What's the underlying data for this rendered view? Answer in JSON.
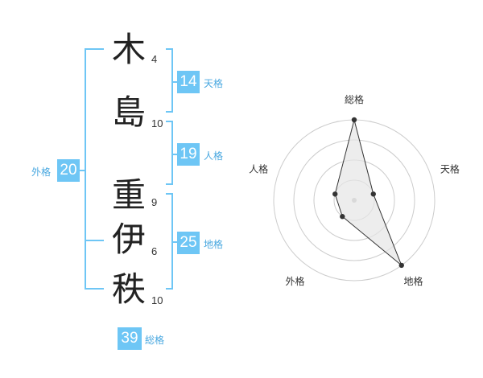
{
  "name": {
    "chars": [
      {
        "char": "木",
        "strokes": "4"
      },
      {
        "char": "島",
        "strokes": "10"
      },
      {
        "char": "重",
        "strokes": "9"
      },
      {
        "char": "伊",
        "strokes": "6"
      },
      {
        "char": "秩",
        "strokes": "10"
      }
    ]
  },
  "kaku": {
    "ten": {
      "value": "14",
      "label": "天格"
    },
    "jin": {
      "value": "19",
      "label": "人格"
    },
    "chi": {
      "value": "25",
      "label": "地格"
    },
    "gai": {
      "value": "20",
      "label": "外格"
    },
    "sou": {
      "value": "39",
      "label": "総格"
    }
  },
  "chart_data": {
    "type": "radar",
    "axes": [
      "総格",
      "天格",
      "地格",
      "外格",
      "人格"
    ],
    "values": [
      4,
      1,
      4,
      1,
      1
    ],
    "rlim": [
      0,
      4
    ],
    "grid": true,
    "colors": {
      "fill": "#e6e6e6",
      "stroke": "#333333",
      "grid": "#cccccc",
      "center": "#bbbbbb"
    }
  },
  "colors": {
    "accent": "#6ec6f5",
    "label": "#4aa8e0"
  }
}
